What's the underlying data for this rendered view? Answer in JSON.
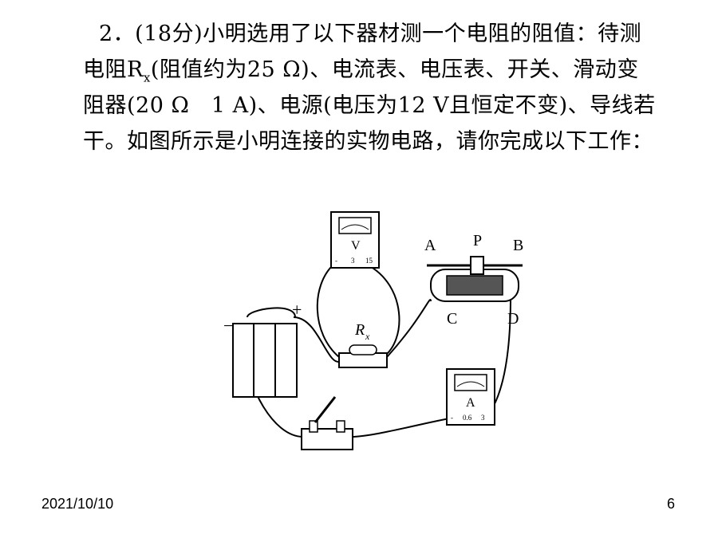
{
  "problem": {
    "line1": "2．(18分)小明选用了以下器材测一个电阻的阻值：待测",
    "line2a": "电阻R",
    "line2sub": "x",
    "line2b": "(阻值约为25 Ω)、电流表、电压表、开关、滑动变",
    "line3": "阻器(20 Ω　1 A)、电源(电压为12 V且恒定不变)、导线若",
    "line4": "干。如图所示是小明连接的实物电路，请你完成以下工作："
  },
  "diagram": {
    "voltmeter": {
      "symbol": "V",
      "terminals": [
        "-",
        "3",
        "15"
      ]
    },
    "ammeter": {
      "symbol": "A",
      "terminals": [
        "-",
        "0.6",
        "3"
      ]
    },
    "resistor": {
      "label": "R",
      "sub": "x"
    },
    "rheostat": {
      "A": "A",
      "P": "P",
      "B": "B",
      "C": "C",
      "D": "D"
    },
    "battery": {
      "minus": "−",
      "plus": "+"
    }
  },
  "footer": {
    "date": "2021/10/10",
    "page": "6"
  }
}
